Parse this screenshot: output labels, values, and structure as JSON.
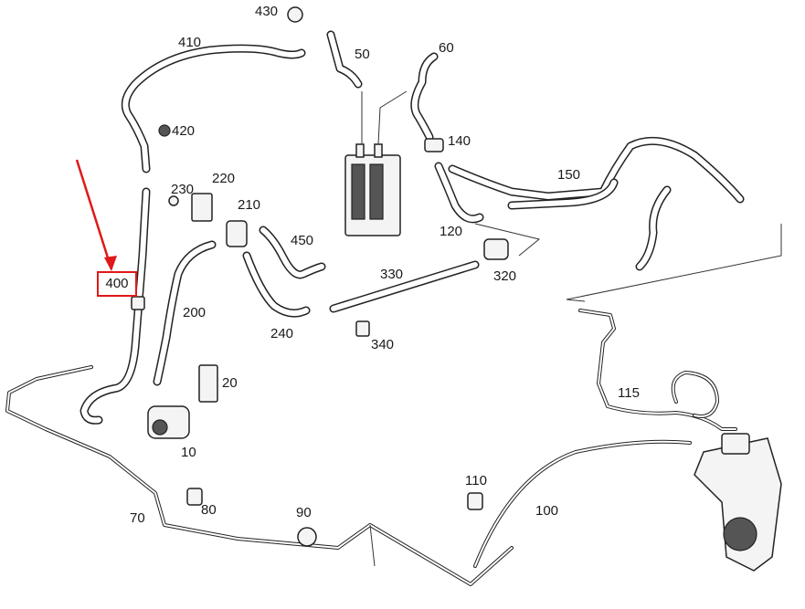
{
  "diagram": {
    "highlighted_part": "400",
    "highlight_color": "#e01818",
    "labels": {
      "p10": "10",
      "p20": "20",
      "p50": "50",
      "p60": "60",
      "p70": "70",
      "p80": "80",
      "p90": "90",
      "p100": "100",
      "p110": "110",
      "p115": "115",
      "p120": "120",
      "p140": "140",
      "p150": "150",
      "p200": "200",
      "p210": "210",
      "p220": "220",
      "p230": "230",
      "p240": "240",
      "p320": "320",
      "p330": "330",
      "p340": "340",
      "p400": "400",
      "p410": "410",
      "p420": "420",
      "p430": "430",
      "p450": "450"
    }
  }
}
